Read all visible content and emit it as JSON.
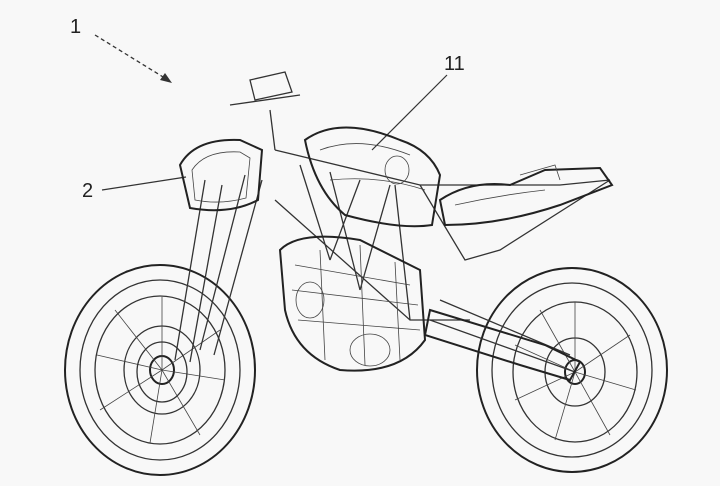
{
  "figure": {
    "labels": {
      "overall": "1",
      "headlight_fairing": "2",
      "fuel_tank": "11"
    }
  }
}
